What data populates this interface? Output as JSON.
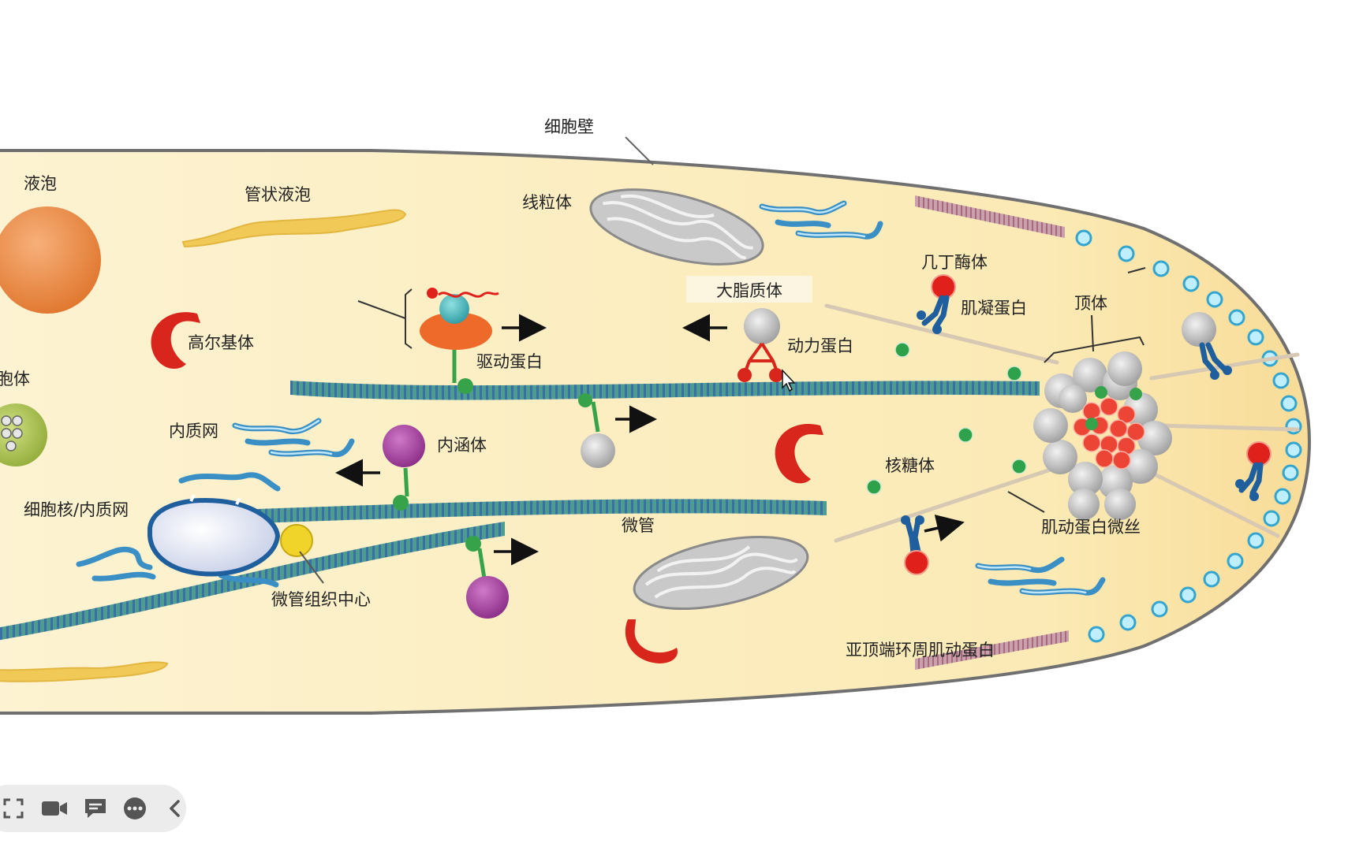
{
  "labels": {
    "cell_wall": "细胞壁",
    "vacuole": "液泡",
    "tubular_vacuole": "管状液泡",
    "mitochondrion": "线粒体",
    "golgi": "高尔基体",
    "vesicle_partial": "胞体",
    "kinesin": "驱动蛋白",
    "large_lipid_body": "大脂质体",
    "dynein": "动力蛋白",
    "chitosome": "几丁酶体",
    "myosin": "肌凝蛋白",
    "apical_body": "顶体",
    "er": "内质网",
    "endosome": "内涵体",
    "nucleus_er": "细胞核/内质网",
    "microtubule": "微管",
    "mtoc": "微管组织中心",
    "ribosome": "核糖体",
    "actin_filament": "肌动蛋白微丝",
    "subapical_actin": "亚顶端环周肌动蛋白"
  },
  "toolbar": {
    "buttons": [
      {
        "name": "fullscreen",
        "icon": "fullscreen-icon"
      },
      {
        "name": "camera",
        "icon": "video-camera-icon"
      },
      {
        "name": "comment",
        "icon": "comment-icon"
      },
      {
        "name": "more",
        "icon": "more-icon"
      },
      {
        "name": "collapse",
        "icon": "chevron-left-icon"
      }
    ]
  },
  "colors": {
    "cytoplasm": "#fcefc4",
    "vacuole": "#ee8a3e",
    "golgi": "#dd2a1f",
    "microtubule": "#3d8f8b",
    "er": "#3a8fc4",
    "vesicle_green": "#2ea24a",
    "endosome": "#9b3a96",
    "wall": "#6d6d6d"
  }
}
